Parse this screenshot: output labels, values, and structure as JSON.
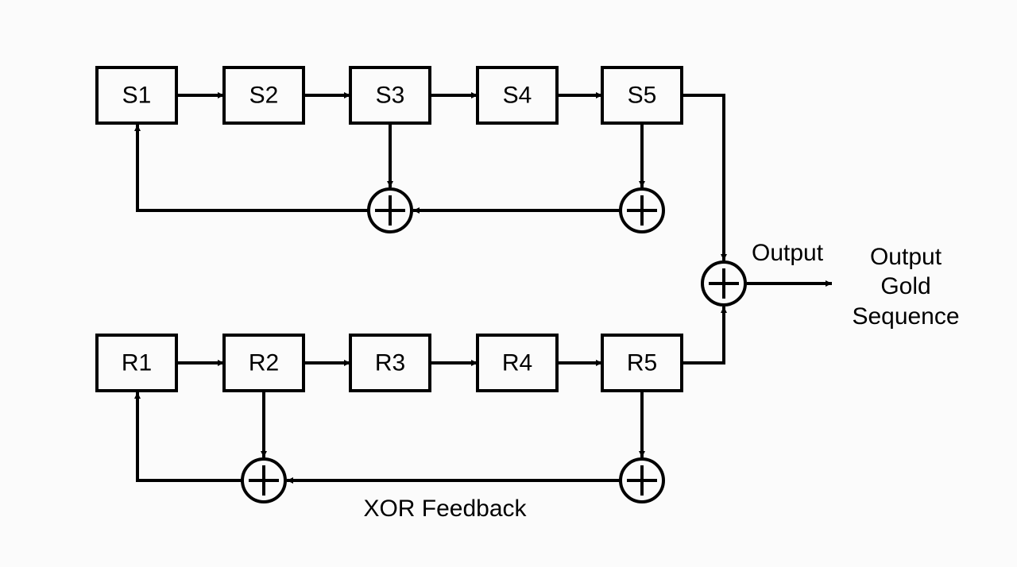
{
  "registers": {
    "top": [
      "S1",
      "S2",
      "S3",
      "S4",
      "S5"
    ],
    "bottom": [
      "R1",
      "R2",
      "R3",
      "R4",
      "R5"
    ]
  },
  "labels": {
    "output": "Output",
    "gold_line1": "Output",
    "gold_line2": "Gold",
    "gold_line3": "Sequence",
    "xor_feedback": "XOR Feedback"
  },
  "colors": {
    "line": "#000000",
    "background": "#fbfbfb"
  },
  "icons": {
    "xor": "circled-plus"
  }
}
